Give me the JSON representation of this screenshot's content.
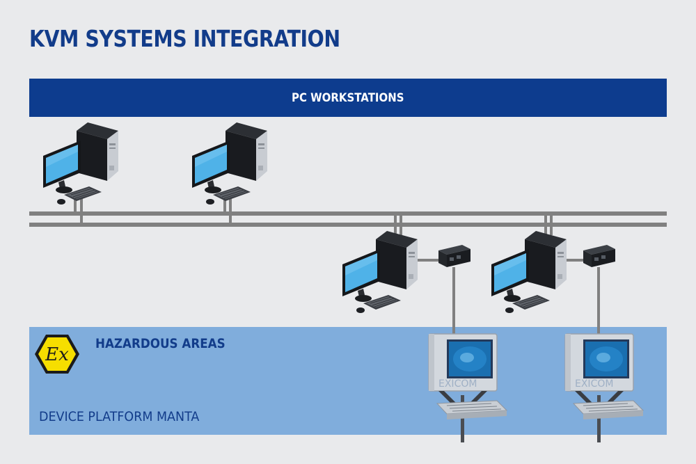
{
  "title": "KVM SYSTEMS INTEGRATION",
  "workstations_label": "PC WORKSTATIONS",
  "hazard_label": "HAZARDOUS AREAS",
  "platform_label": "DEVICE PLATFORM MANTA",
  "ex_symbol_text": "Ex",
  "terminal_brand": "EXICOM",
  "colors": {
    "title_blue": "#123c8a",
    "bar_blue": "#0d3c8e",
    "hazard_zone": "#80addc",
    "bus_gray": "#808080",
    "ex_yellow": "#f6de00",
    "screen_blue": "#3ea7e2"
  },
  "icons": [
    "desktop-pc-icon",
    "kvm-extender-icon",
    "operator-terminal-icon",
    "ex-hazard-icon"
  ]
}
